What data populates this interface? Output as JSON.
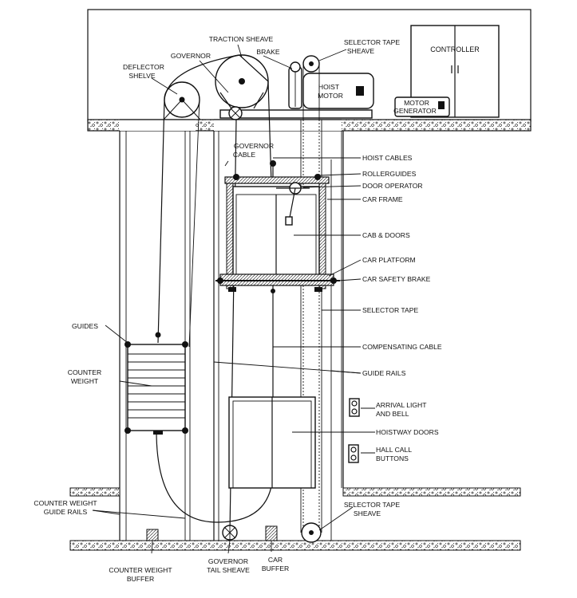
{
  "labels": {
    "traction_sheave": "TRACTION SHEAVE",
    "governor": "GOVERNOR",
    "deflector_1": "DEFLECTOR",
    "deflector_2": "SHELVE",
    "brake": "BRAKE",
    "selector_tape_sheave_top_1": "SELECTOR TAPE",
    "selector_tape_sheave_top_2": "SHEAVE",
    "controller": "CONTROLLER",
    "hoist_1": "HOIST",
    "hoist_2": "MOTOR",
    "motor_gen_1": "MOTOR",
    "motor_gen_2": "GENERATOR",
    "governor_cable_1": "GOVERNOR",
    "governor_cable_2": "CABLE",
    "hoist_cables": "HOIST CABLES",
    "roller_guides": "ROLLERGUIDES",
    "door_operator": "DOOR OPERATOR",
    "car_frame": "CAR FRAME",
    "cab_doors": "CAB & DOORS",
    "car_platform": "CAR PLATFORM",
    "car_safety_brake": "CAR SAFETY BRAKE",
    "selector_tape": "SELECTOR TAPE",
    "guides": "GUIDES",
    "compensating_cable": "COMPENSATING CABLE",
    "counter_weight_1": "COUNTER",
    "counter_weight_2": "WEIGHT",
    "guide_rails": "GUIDE RAILS",
    "arrival_light_1": "ARRIVAL LIGHT",
    "arrival_light_2": "AND BELL",
    "hoistway_doors": "HOISTWAY DOORS",
    "hall_call_1": "HALL CALL",
    "hall_call_2": "BUTTONS",
    "cw_guide_rails_1": "COUNTER WEIGHT",
    "cw_guide_rails_2": "GUIDE RAILS",
    "selector_tape_sheave_bottom_1": "SELECTOR TAPE",
    "selector_tape_sheave_bottom_2": "SHEAVE",
    "cw_buffer_1": "COUNTER WEIGHT",
    "cw_buffer_2": "BUFFER",
    "gov_tail_1": "GOVERNOR",
    "gov_tail_2": "TAIL SHEAVE",
    "car_buffer_1": "CAR",
    "car_buffer_2": "BUFFER"
  }
}
